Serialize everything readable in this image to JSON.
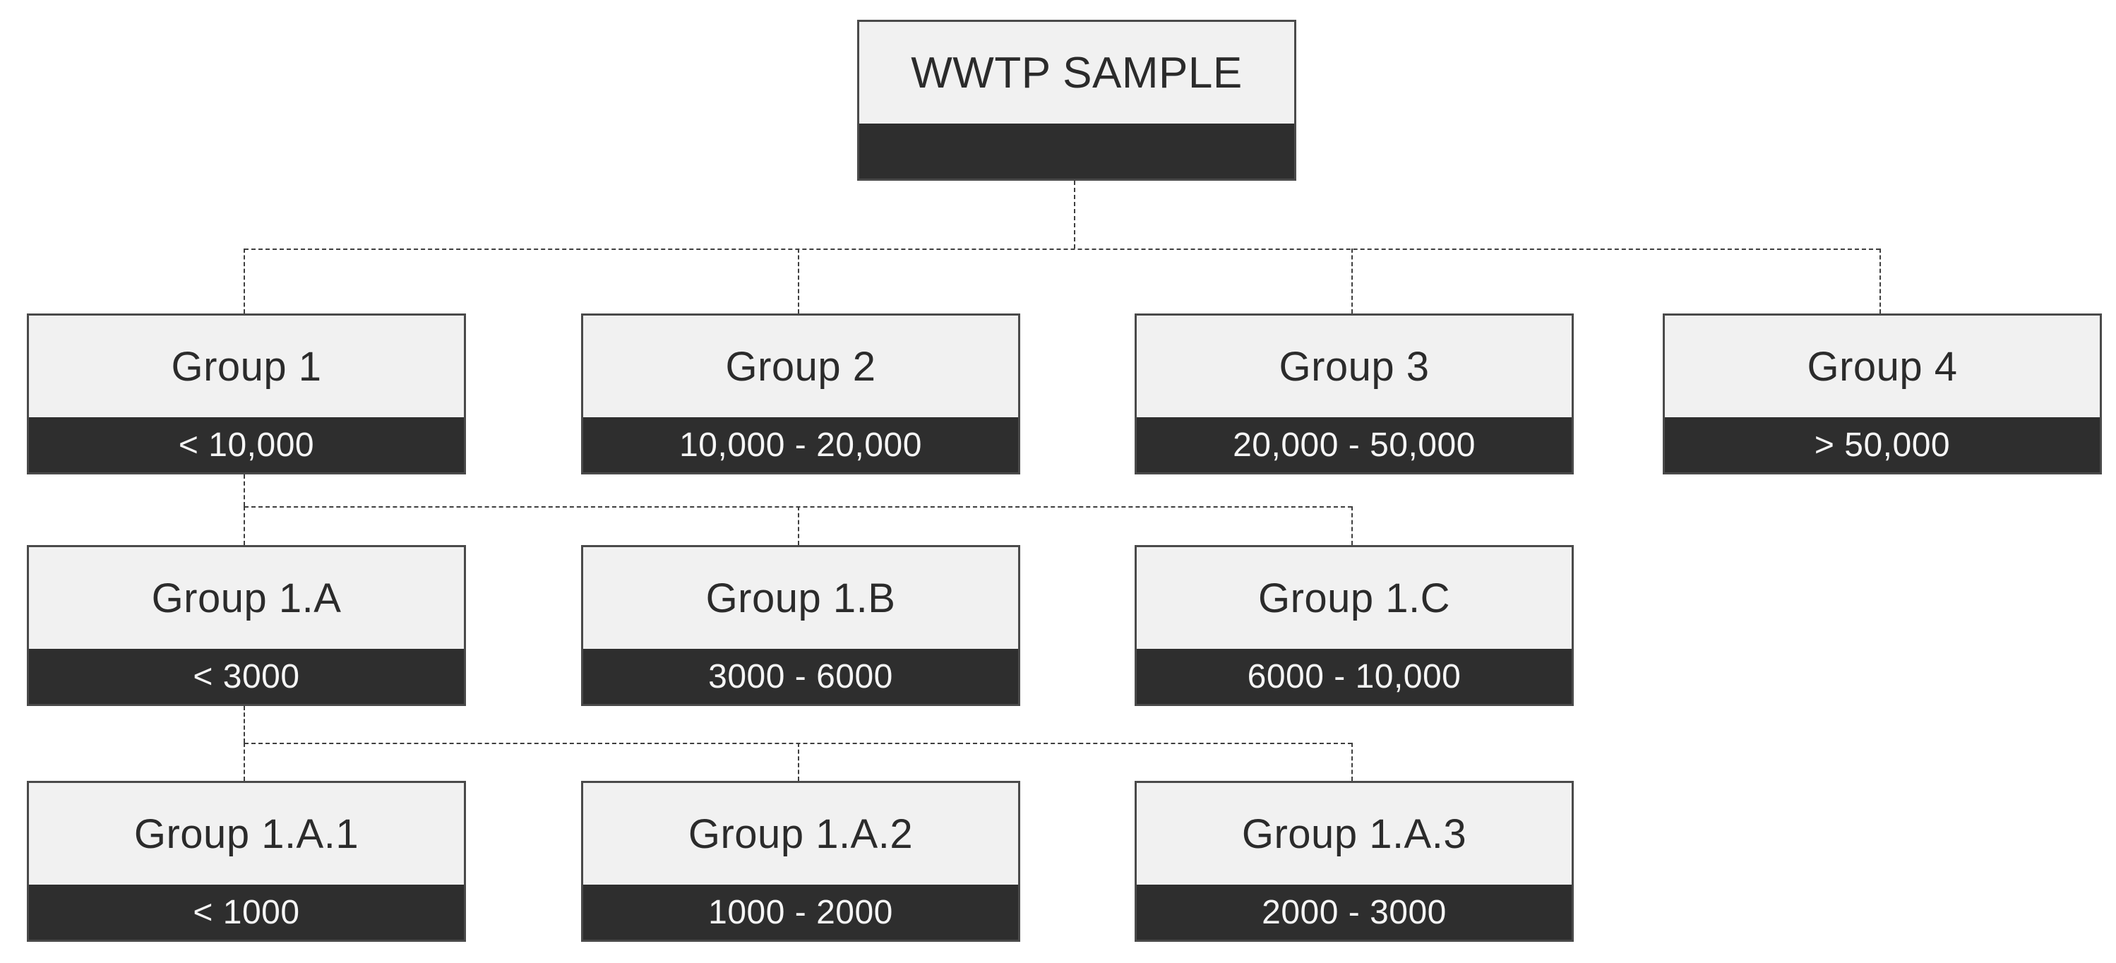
{
  "diagram": {
    "title": "WWTP SAMPLE",
    "root": {
      "label": "WWTP SAMPLE",
      "range": ""
    },
    "level1": [
      {
        "label": "Group 1",
        "range": "< 10,000"
      },
      {
        "label": "Group 2",
        "range": "10,000 - 20,000"
      },
      {
        "label": "Group 3",
        "range": "20,000 - 50,000"
      },
      {
        "label": "Group 4",
        "range": "> 50,000"
      }
    ],
    "level2": [
      {
        "label": "Group 1.A",
        "range": "< 3000"
      },
      {
        "label": "Group 1.B",
        "range": "3000 - 6000"
      },
      {
        "label": "Group 1.C",
        "range": "6000 - 10,000"
      }
    ],
    "level3": [
      {
        "label": "Group 1.A.1",
        "range": "< 1000"
      },
      {
        "label": "Group 1.A.2",
        "range": "1000 - 2000"
      },
      {
        "label": "Group 1.A.3",
        "range": "2000 - 3000"
      }
    ]
  },
  "colors": {
    "background": "#ffffff",
    "node_fill": "#f1f1f1",
    "range_band_fill": "#2e2e2e",
    "node_border": "#4a4a4a",
    "label_text": "#2b2b2b",
    "range_text": "#f5f5f5",
    "connector_line": "#3f3f3f"
  }
}
